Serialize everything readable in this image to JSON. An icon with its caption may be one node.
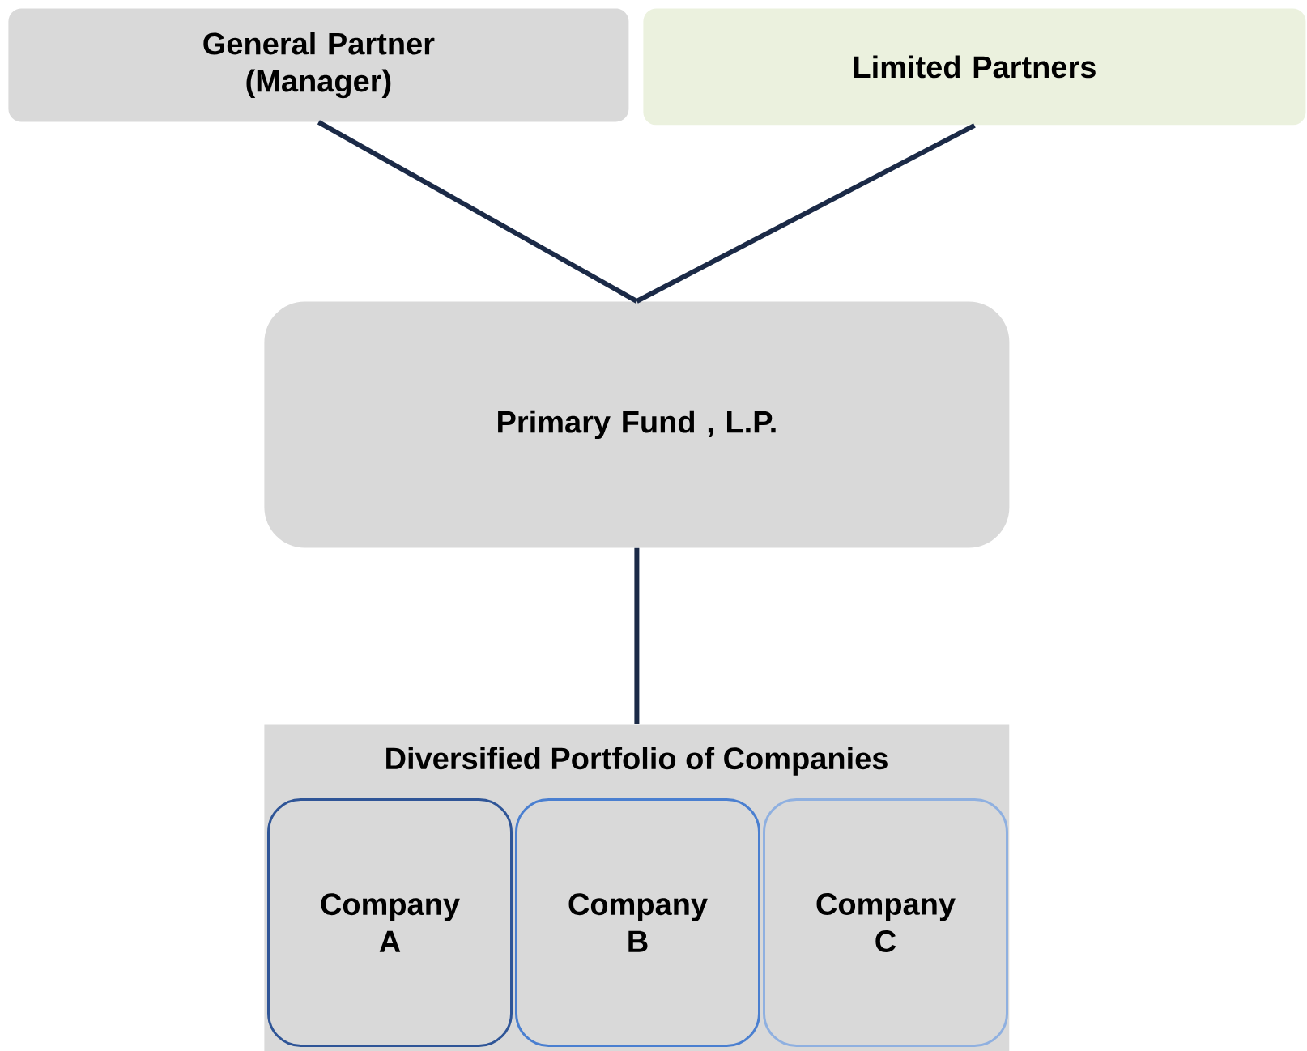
{
  "diagram": {
    "nodes": [
      {
        "text": [
          "General Partner (Manager)"
        ]
      },
      {
        "text": [
          "Limited Partners"
        ]
      },
      {
        "text": [
          "Primary Fund , L.P."
        ]
      },
      {
        "text": [
          "Diversified Portfolio of Companies"
        ]
      },
      {
        "text": [
          "Company A"
        ],
        "in": 3
      },
      {
        "text": [
          "Company B"
        ],
        "in": 3
      },
      {
        "text": [
          "Company C"
        ],
        "in": 3
      }
    ],
    "edges": [
      {
        "from": 0,
        "to": 2,
        "arrow": "none"
      },
      {
        "from": 1,
        "to": 2,
        "arrow": "none"
      },
      {
        "from": 2,
        "to": 3,
        "arrow": "none"
      }
    ]
  }
}
